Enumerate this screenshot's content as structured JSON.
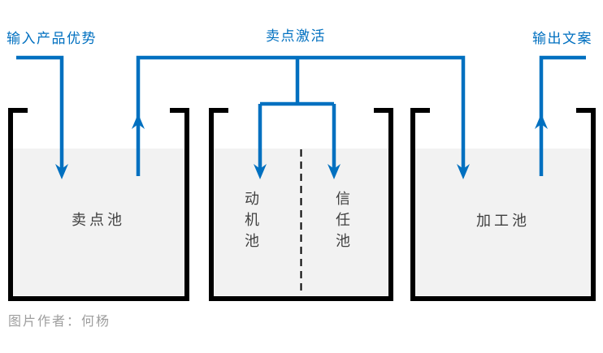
{
  "colors": {
    "flow_blue": "#0070C0",
    "pool_black": "#000000",
    "water_gray": "#f2f2f2",
    "pool_label_color": "#3f3f3f",
    "caption_gray": "#9e9e9e",
    "background": "#ffffff"
  },
  "flow_labels": {
    "input": "输入产品优势",
    "activation": "卖点激活",
    "output": "输出文案"
  },
  "pools": {
    "selling": {
      "label": "卖点池"
    },
    "motivation": {
      "label": "动机池",
      "chars": [
        "动",
        "机",
        "池"
      ]
    },
    "trust": {
      "label": "信任池",
      "chars": [
        "信",
        "任",
        "池"
      ]
    },
    "processing": {
      "label": "加工池"
    }
  },
  "caption": "图片作者：何杨"
}
